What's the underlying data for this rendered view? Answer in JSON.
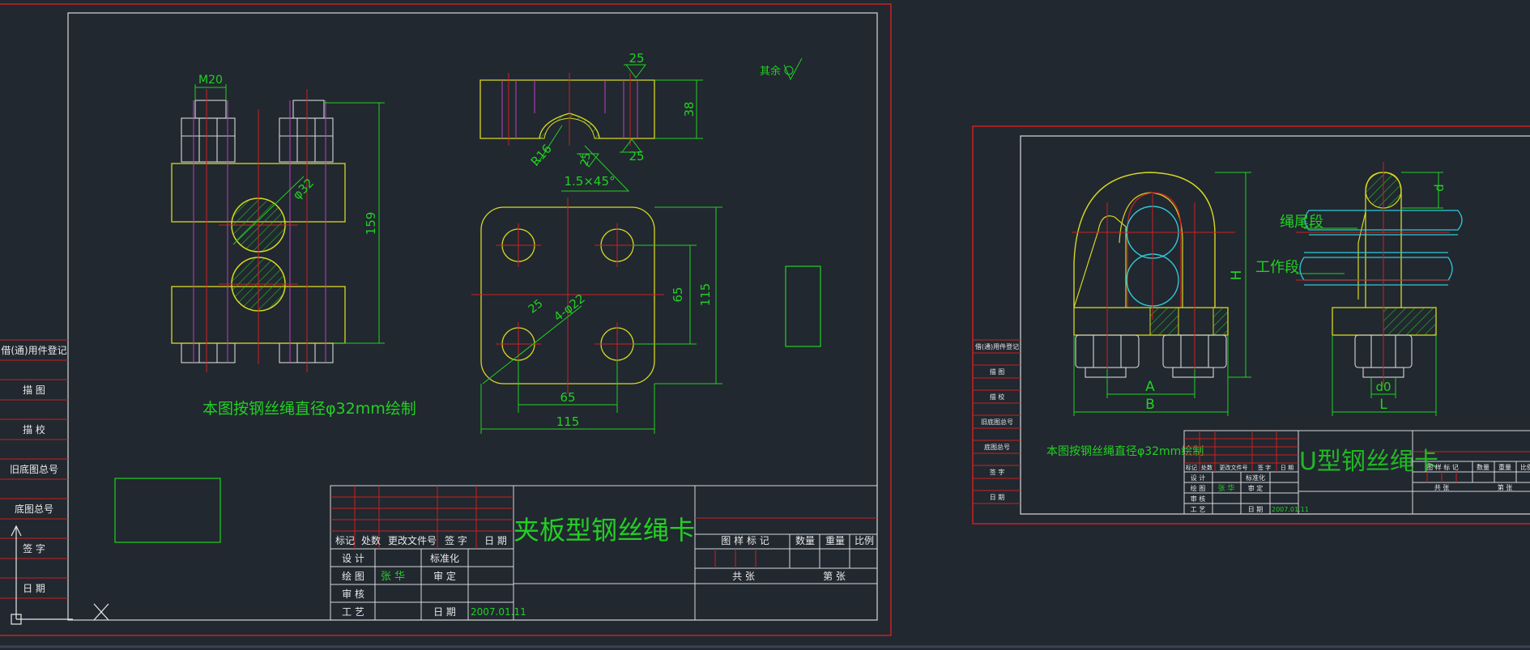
{
  "colors": {
    "background": "#212830",
    "frame_red": "#cc2020",
    "frame_white": "#d8d8d8",
    "dimension_green": "#22d022",
    "outline_yellow": "#d8d820",
    "centerline_red": "#d02020",
    "hidden_magenta": "#c040c0",
    "rope_cyan": "#30c8d8",
    "text_white": "#e8e8e8"
  },
  "sheet_left": {
    "side_labels": [
      "借(通)用件登记",
      "描 图",
      "描 校",
      "旧底图总号",
      "底图总号",
      "签 字",
      "日 期"
    ],
    "top_view": {
      "dim_thread": "M20",
      "dim_height": "159",
      "dim_diameter": "φ32"
    },
    "side_view": {
      "roughness_top": "25",
      "roughness_right": "25",
      "roughness_mid": "25",
      "dim_radius": "R16",
      "dim_height": "38",
      "chamfer": "1.5×45°"
    },
    "plate_view": {
      "roughness": "25",
      "hole_spec": "4-φ22",
      "dim_inner_v": "65",
      "dim_outer_v": "115",
      "dim_inner_h": "65",
      "dim_outer_h": "115"
    },
    "other_roughness": "其余",
    "note": "本图按钢丝绳直径φ32mm绘制",
    "title_block": {
      "revision_header": [
        "标记",
        "处数",
        "更改文件号",
        "签 字",
        "日 期"
      ],
      "rows": [
        {
          "label": "设 计",
          "name": "",
          "label2": "标准化",
          "value": ""
        },
        {
          "label": "绘 图",
          "name": "张 华",
          "label2": "审 定",
          "value": ""
        },
        {
          "label": "审 核",
          "name": "",
          "label2": "",
          "value": ""
        },
        {
          "label": "工 艺",
          "name": "",
          "label2": "日 期",
          "value": "2007.01.11"
        }
      ],
      "title": "夹板型钢丝绳卡",
      "info_header": [
        "图 样 标 记",
        "数量",
        "重量",
        "比例"
      ],
      "sheet_total": "共 张",
      "sheet_no": "第 张"
    }
  },
  "sheet_right": {
    "side_labels": [
      "借(通)用件登记",
      "描 图",
      "描 校",
      "旧底图总号",
      "底图总号",
      "签 字",
      "日 期"
    ],
    "front_view": {
      "dim_A": "A",
      "dim_B": "B",
      "dim_H": "H"
    },
    "side_view": {
      "dim_d": "d",
      "dim_d0": "d0",
      "dim_L": "L",
      "label_tail": "绳尾段",
      "label_work": "工作段"
    },
    "note": "本图按钢丝绳直径φ32mm绘制",
    "title_block": {
      "revision_header": [
        "标记",
        "处数",
        "更改文件号",
        "签 字",
        "日 期"
      ],
      "rows": [
        {
          "label": "设 计",
          "name": "",
          "label2": "标准化"
        },
        {
          "label": "绘 图",
          "name": "张 华",
          "label2": "审 定"
        },
        {
          "label": "审 核",
          "name": "",
          "label2": ""
        },
        {
          "label": "工 艺",
          "name": "",
          "label2": "日 期",
          "value": "2007.01.11"
        }
      ],
      "title": "U型钢丝绳卡",
      "info_header": [
        "图 样 标 记",
        "数量",
        "重量",
        "比例"
      ],
      "sheet_total": "共 张",
      "sheet_no": "第 张"
    }
  }
}
